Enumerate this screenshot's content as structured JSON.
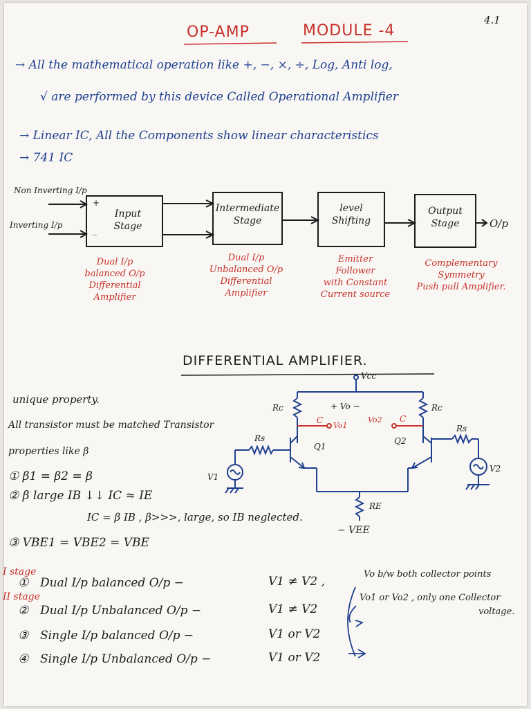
{
  "page_number": "4.1",
  "header": {
    "title_left": "OP-AMP",
    "title_right": "MODULE -4"
  },
  "intro": {
    "line1": "→ All the mathematical operation like +, −, ×, ÷, Log, Anti log,",
    "line2": "√ are performed by this device Called Operational Amplifier",
    "line3": "→ Linear IC, All the Components show linear characteristics",
    "line4": "→ 741 IC"
  },
  "block_diagram": {
    "inputs": {
      "non_inverting": "Non Inverting I/p",
      "inverting": "Inverting I/p",
      "plus": "+",
      "minus": "_"
    },
    "blocks": [
      {
        "label_line1": "Input",
        "label_line2": "Stage"
      },
      {
        "label_line1": "Intermediate",
        "label_line2": "Stage"
      },
      {
        "label_line1": "level",
        "label_line2": "Shifting"
      },
      {
        "label_line1": "Output",
        "label_line2": "Stage"
      }
    ],
    "output_label": "O/p",
    "notes": [
      {
        "l1": "Dual I/p",
        "l2": "balanced O/p",
        "l3": "Differential",
        "l4": "Amplifier"
      },
      {
        "l1": "Dual I/p",
        "l2": "Unbalanced O/p",
        "l3": "Differential",
        "l4": "Amplifier"
      },
      {
        "l1": "Emitter",
        "l2": "Follower",
        "l3": "with Constant",
        "l4": "Current source"
      },
      {
        "l1": "Complementary",
        "l2": "Symmetry",
        "l3": "Push pull Amplifier.",
        "l4": ""
      }
    ]
  },
  "diff_amp": {
    "heading": "DIFFERENTIAL AMPLIFIER.",
    "circuit": {
      "vcc": "Vcc",
      "rc_left": "Rc",
      "rc_right": "Rc",
      "rs_left": "Rs",
      "rs_right": "Rs",
      "vo": "+ Vo −",
      "vo1": "Vo1",
      "vo2": "Vo2",
      "c_left": "C",
      "c_right": "C",
      "q1": "Q1",
      "q2": "Q2",
      "v1": "V1",
      "v2": "V2",
      "re": "RE",
      "vee": "− VEE"
    },
    "property_title": "unique property.",
    "property_line1": "All transistor must be matched Transistor",
    "property_line2": "properties like β",
    "item1": "① β1 = β2 = β",
    "item2": "② β large  IB ↓↓  IC ≈ IE",
    "item2b": "IC = β IB ,  β>>>, large, so IB neglected.",
    "item3": "③ VBE1 = VBE2 = VBE"
  },
  "configs": {
    "stage_tag_1": "I stage",
    "stage_tag_2": "II stage",
    "rows": [
      {
        "num": "①",
        "text": "Dual I/p  balanced O/p  −",
        "cond": "V1 ≠ V2 ,"
      },
      {
        "num": "②",
        "text": "Dual I/p  Unbalanced O/p  −",
        "cond": "V1 ≠ V2"
      },
      {
        "num": "③",
        "text": "Single I/p  balanced O/p  −",
        "cond": "V1 or V2"
      },
      {
        "num": "④",
        "text": "Single I/p  Unbalanced O/p  −",
        "cond": "V1 or V2"
      }
    ],
    "note_right_1": "Vo b/w both collector points",
    "note_right_2": "Vo1 or Vo2 , only one Collector",
    "note_right_3": "voltage."
  }
}
